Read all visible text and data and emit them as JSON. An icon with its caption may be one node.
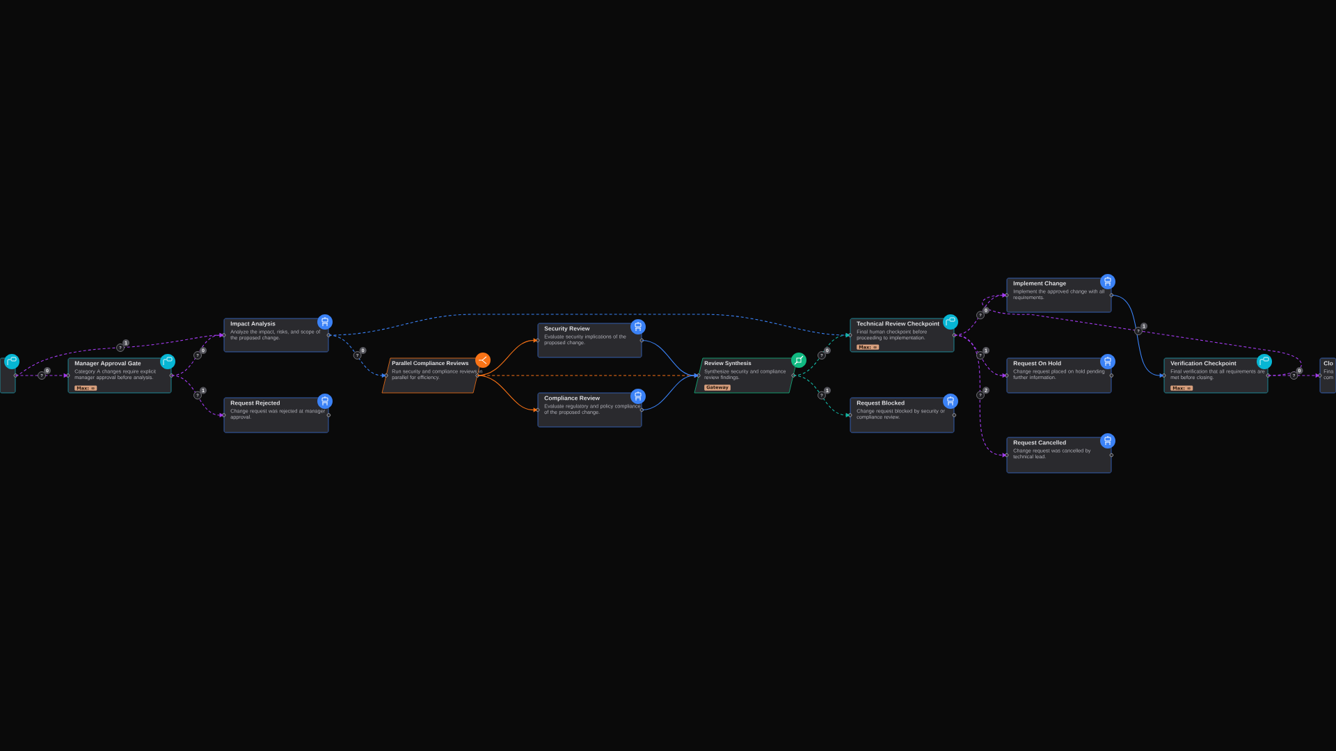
{
  "diagram": {
    "nodes": [
      {
        "text": [],
        "shape": "box"
      },
      {
        "text": [
          "Manager Approval Gate",
          "Category A changes require explicit manager approval before analysis.",
          "Max: ∞"
        ]
      },
      {
        "text": [
          "Impact Analysis",
          "Analyze the impact, risks, and scope of the proposed change."
        ]
      },
      {
        "text": [
          "Request Rejected",
          "Change request was rejected at manager approval."
        ]
      },
      {
        "text": [
          "Parallel Compliance Reviews",
          "Run security and compliance reviews in parallel for efficiency."
        ]
      },
      {
        "text": [
          "Security Review",
          "Evaluate security implications of the proposed change."
        ]
      },
      {
        "text": [
          "Compliance Review",
          "Evaluate regulatory and policy compliance of the proposed change."
        ]
      },
      {
        "text": [
          "Review Synthesis",
          "Synthesize security and compliance review findings.",
          "Gateway"
        ]
      },
      {
        "text": [
          "Technical Review Checkpoint",
          "Final human checkpoint before proceeding to implementation.",
          "Max: ∞"
        ]
      },
      {
        "text": [
          "Request Blocked",
          "Change request blocked by security or compliance review."
        ]
      },
      {
        "text": [
          "Implement Change",
          "Implement the approved change with all requirements."
        ]
      },
      {
        "text": [
          "Request On Hold",
          "Change request placed on hold pending further information."
        ]
      },
      {
        "text": [
          "Request Cancelled",
          "Change request was cancelled by technical lead."
        ]
      },
      {
        "text": [
          "Verification Checkpoint",
          "Final verification that all requirements are met before closing.",
          "Max: ∞"
        ]
      },
      {
        "text": [
          "Clo",
          "Fina com"
        ]
      }
    ],
    "edges": [
      {
        "from": 0,
        "to": 1,
        "arrow": "to",
        "label": "?",
        "style": "dashed",
        "color": "#a33cf0"
      },
      {
        "from": 0,
        "to": 2,
        "arrow": "to",
        "label": "?",
        "style": "dashed",
        "color": "#a33cf0"
      },
      {
        "from": 1,
        "to": 2,
        "arrow": "to",
        "label": "?",
        "style": "dashed",
        "color": "#a33cf0"
      },
      {
        "from": 1,
        "to": 3,
        "arrow": "to",
        "label": "?",
        "style": "dashed",
        "color": "#a33cf0"
      },
      {
        "from": 2,
        "to": 4,
        "arrow": "to",
        "label": "?",
        "style": "dashed",
        "color": "#3b82f6"
      },
      {
        "from": 2,
        "to": 8,
        "arrow": "to",
        "style": "dashed",
        "color": "#3b82f6"
      },
      {
        "from": 4,
        "to": 5,
        "arrow": "to",
        "color": "#f97316"
      },
      {
        "from": 4,
        "to": 6,
        "arrow": "to",
        "color": "#f97316"
      },
      {
        "from": 4,
        "to": 7,
        "arrow": "to",
        "style": "dashed",
        "color": "#f97316"
      },
      {
        "from": 5,
        "to": 7,
        "arrow": "to",
        "color": "#3b82f6"
      },
      {
        "from": 6,
        "to": 7,
        "arrow": "to",
        "color": "#3b82f6"
      },
      {
        "from": 7,
        "to": 8,
        "arrow": "to",
        "label": "?",
        "style": "dashed",
        "color": "#14b8a6"
      },
      {
        "from": 7,
        "to": 9,
        "arrow": "to",
        "label": "?",
        "style": "dashed",
        "color": "#14b8a6"
      },
      {
        "from": 8,
        "to": 10,
        "arrow": "to",
        "label": "?",
        "style": "dashed",
        "color": "#a33cf0"
      },
      {
        "from": 8,
        "to": 11,
        "arrow": "to",
        "label": "?",
        "style": "dashed",
        "color": "#a33cf0"
      },
      {
        "from": 8,
        "to": 12,
        "arrow": "to",
        "label": "?",
        "style": "dashed",
        "color": "#a33cf0"
      },
      {
        "from": 10,
        "to": 13,
        "arrow": "to",
        "color": "#3b82f6"
      },
      {
        "from": 13,
        "to": 10,
        "arrow": "to",
        "label": "?",
        "style": "dashed",
        "color": "#a33cf0"
      },
      {
        "from": 13,
        "to": 14,
        "arrow": "to",
        "label": "?",
        "style": "dashed",
        "color": "#a33cf0"
      }
    ],
    "labels": [
      "0",
      "1",
      "0",
      "1",
      "0",
      "0",
      "1",
      "0",
      "1",
      "2",
      "1",
      "0"
    ]
  }
}
